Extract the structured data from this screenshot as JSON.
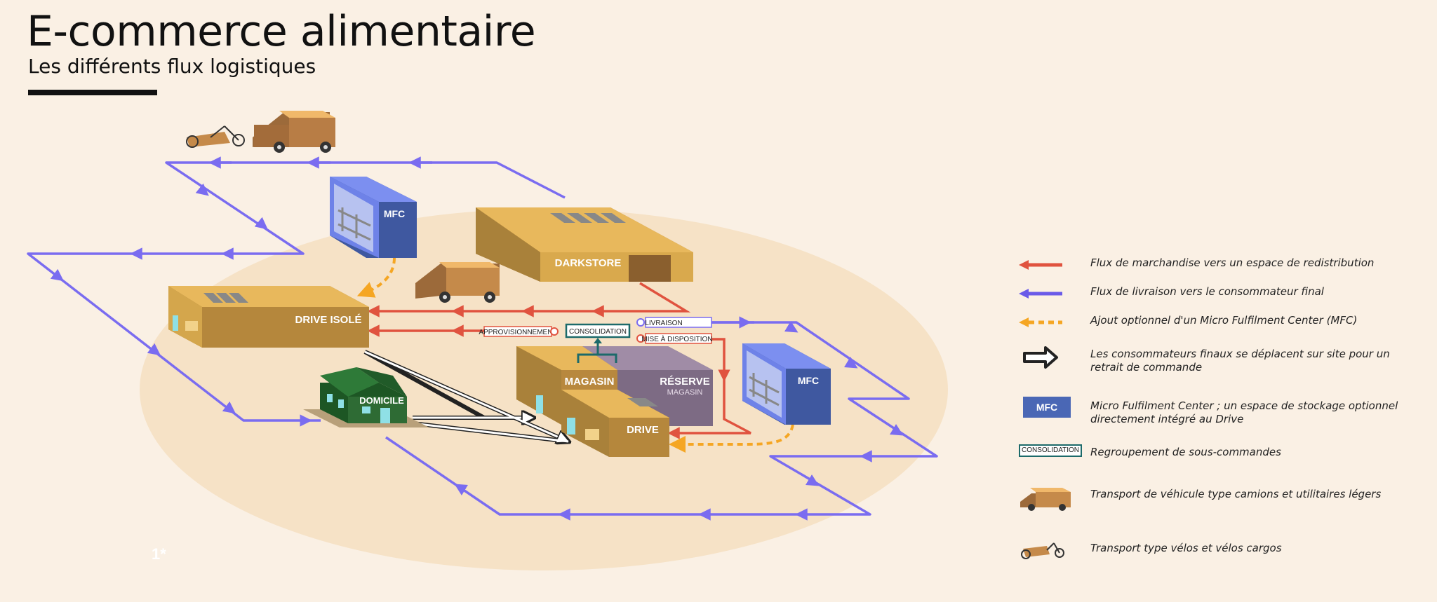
{
  "header": {
    "title": "E-commerce alimentaire",
    "subtitle": "Les différents flux logistiques"
  },
  "colors": {
    "redistribution_flow": "#e0533f",
    "delivery_flow": "#7a6cf0",
    "mfc_optional": "#f5a623",
    "building_gold": "#e0b45a",
    "mfc_blue": "#4a67b5",
    "home_green": "#2e6b34",
    "background": "#faf0e4",
    "ellipse": "#f6e2c6"
  },
  "buildings": {
    "mfc_top": "MFC",
    "darkstore": "DARKSTORE",
    "drive_isole": "DRIVE ISOLÉ",
    "domicile": "DOMICILE",
    "magasin": "MAGASIN",
    "reserve": "RÉSERVE",
    "reserve_sub": "MAGASIN",
    "drive": "DRIVE",
    "mfc_right": "MFC"
  },
  "flow_tags": {
    "approvisionnement": "APPROVISIONNEMENT",
    "consolidation": "CONSOLIDATION",
    "livraison": "LIVRAISON",
    "mise_a_disposition": "MISE À DISPOSITION"
  },
  "legend": [
    {
      "icon": "red-arrow-icon",
      "text": "Flux de marchandise vers un espace de redistribution"
    },
    {
      "icon": "purple-arrow-icon",
      "text": "Flux de livraison vers le consommateur final"
    },
    {
      "icon": "orange-dashed-arrow-icon",
      "text": "Ajout optionnel d'un Micro Fulfilment Center (MFC)"
    },
    {
      "icon": "outline-arrow-icon",
      "text": "Les consommateurs finaux se déplacent sur site pour un retrait de commande"
    },
    {
      "icon": "mfc-box-icon",
      "icon_label": "MFC",
      "text": "Micro Fulfilment Center ; un espace de stockage optionnel directement intégré au Drive"
    },
    {
      "icon": "consolidation-box-icon",
      "icon_label": "CONSOLIDATION",
      "text": "Regroupement de sous-commandes"
    },
    {
      "icon": "truck-icon",
      "text": "Transport de véhicule type camions et utilitaires légers"
    },
    {
      "icon": "cargo-bike-icon",
      "text": "Transport type vélos et vélos cargos"
    }
  ],
  "corner_mark": "1*"
}
